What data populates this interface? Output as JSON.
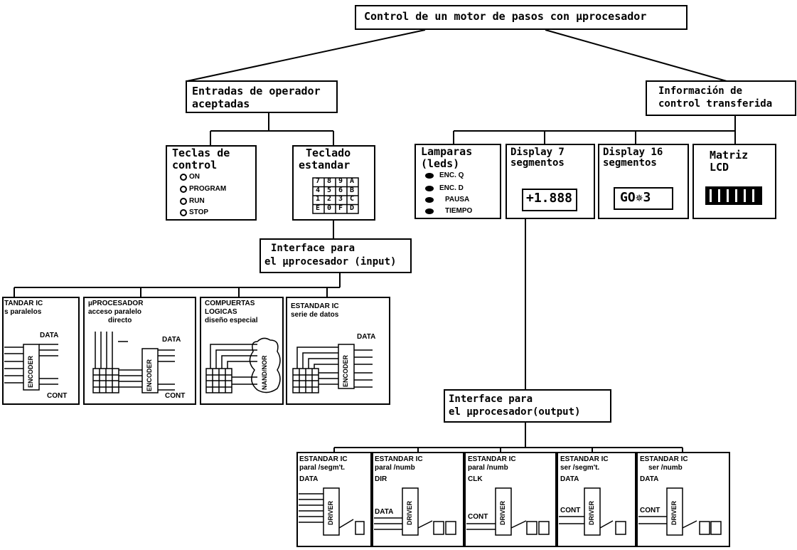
{
  "title": "Control de un motor de pasos con µprocesador",
  "entradas": {
    "line1": "Entradas de operador",
    "line2": "aceptadas"
  },
  "informacion": {
    "line1": "Información de",
    "line2": "control transferida"
  },
  "teclas": {
    "line1": "Teclas de",
    "line2": "control",
    "items": [
      "ON",
      "PROGRAM",
      "RUN",
      "STOP"
    ]
  },
  "teclado": {
    "line1": "Teclado",
    "line2": "estandar",
    "keys": [
      "7",
      "8",
      "9",
      "A",
      "4",
      "5",
      "6",
      "B",
      "1",
      "2",
      "3",
      "C",
      "E",
      "0",
      "F",
      "D"
    ]
  },
  "lamparas": {
    "line1": "Lamparas",
    "line2": "(leds)",
    "items": [
      "ENC. Q",
      "ENC. D",
      "PAUSA",
      "TIEMPO"
    ]
  },
  "display7": {
    "line1": "Display 7",
    "line2": "segmentos",
    "readout": "+1.888"
  },
  "display16": {
    "line1": "Display 16",
    "line2": "segmentos",
    "readout": "GO✵3"
  },
  "matriz": {
    "line1": "Matriz",
    "line2": "LCD"
  },
  "interface_in": {
    "line1": "Interface para",
    "line2": "el µprocesador (input)"
  },
  "interface_out": {
    "line1": "Interface para",
    "line2": "el µprocesador(output)"
  },
  "input_boxes": [
    {
      "line1": "TANDAR IC",
      "line2": "s paralelos",
      "data": "DATA",
      "chip": "ENCODER",
      "cont": "CONT"
    },
    {
      "line1": "µPROCESADOR",
      "line2": "acceso paralelo",
      "line3": "directo",
      "data": "DATA",
      "chip": "ENCODER",
      "cont": "CONT"
    },
    {
      "line1": "COMPUERTAS",
      "line2": "LOGICAS",
      "line3": "diseño especial",
      "chip": "NAND/NOR"
    },
    {
      "line1": "ESTANDAR IC",
      "line2": "serie de datos",
      "data": "DATA",
      "chip": "ENCODER"
    }
  ],
  "output_boxes": [
    {
      "line1": "ESTANDAR IC",
      "line2": "paral /segm't.",
      "sig1": "DATA",
      "chip": "DRIVER"
    },
    {
      "line1": "ESTANDAR IC",
      "line2": "paral /numb",
      "sig1": "DIR",
      "sig2": "DATA",
      "chip": "DRIVER"
    },
    {
      "line1": "ESTANDAR IC",
      "line2": "paral /numb",
      "sig1": "CLK",
      "sig2": "CONT",
      "chip": "DRIVER"
    },
    {
      "line1": "ESTANDAR IC",
      "line2": "ser /segm't.",
      "sig1": "DATA",
      "sig2": "CONT",
      "chip": "DRIVER"
    },
    {
      "line1": "ESTANDAR IC",
      "line2": "ser /numb",
      "sig1": "DATA",
      "sig2": "CONT",
      "chip": "DRIVER"
    }
  ]
}
